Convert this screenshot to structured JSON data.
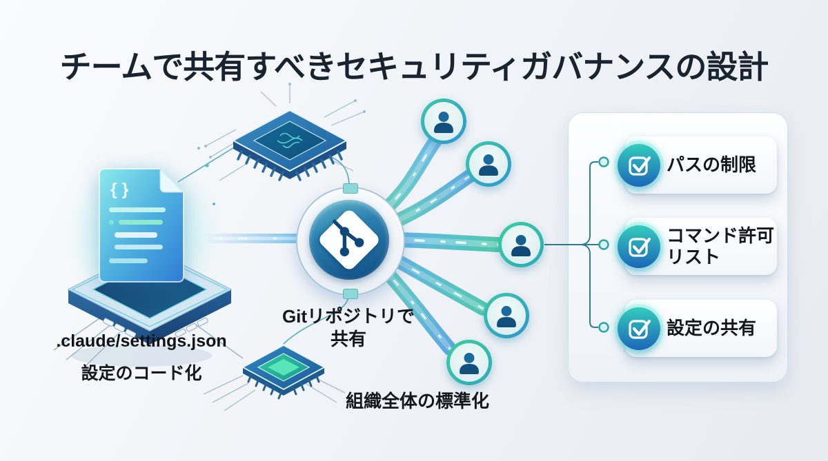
{
  "title": "チームで共有すべきセキュリティガバナンスの設計",
  "config_file": {
    "braces_glyph": "{ }",
    "path_label": ".claude/settings.json",
    "caption": "設定のコード化"
  },
  "git_hub": {
    "label_line1": "Gitリポジトリで",
    "label_line2": "共有"
  },
  "team": {
    "caption": "組織全体の標準化"
  },
  "governance_panel": {
    "items": [
      {
        "label": "パスの制限"
      },
      {
        "label": "コマンド許可リスト"
      },
      {
        "label": "設定の共有"
      }
    ]
  },
  "colors": {
    "accent_teal": "#2fc4b2",
    "accent_blue": "#2f7cd4",
    "deep_blue": "#0e4a80",
    "title_text": "#1a2330",
    "ribbon_blue": "#5db0e2",
    "ribbon_green": "#47c6a5"
  }
}
